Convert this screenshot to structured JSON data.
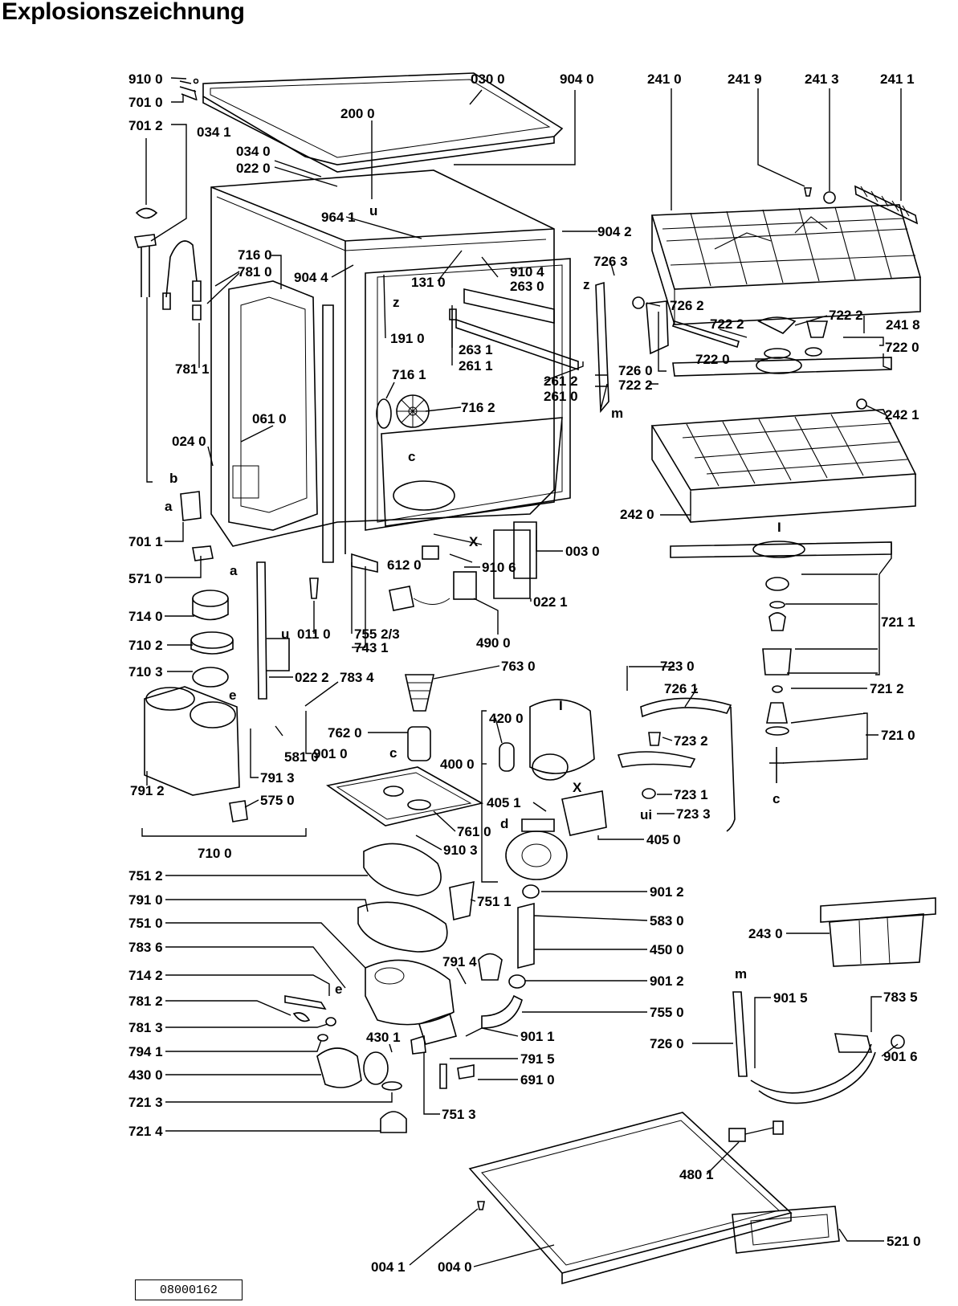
{
  "title": "Explosionszeichnung",
  "document_number": "08000162",
  "letters": [
    "a",
    "b",
    "a",
    "c",
    "c",
    "d",
    "e",
    "e",
    "m",
    "m",
    "u",
    "ui",
    "X",
    "X",
    "z",
    "z",
    "I",
    "I",
    "c",
    "u"
  ],
  "part_labels": [
    "910 0",
    "701 0",
    "701 2",
    "034 1",
    "030 0",
    "904 0",
    "200 0",
    "241 0",
    "241 9",
    "241 3",
    "241 1",
    "034 0",
    "022 0",
    "964 1",
    "904 2",
    "726 3",
    "716 0",
    "781 0",
    "904 4",
    "131 0",
    "910 4",
    "263 0",
    "726 2",
    "722 2",
    "241 8",
    "722 0",
    "191 0",
    "263 1",
    "261 1",
    "261 2",
    "261 0",
    "726 0",
    "781 1",
    "716 1",
    "716 2",
    "242 1",
    "061 0",
    "024 0",
    "242 0",
    "701 1",
    "612 0",
    "910 6",
    "003 0",
    "571 0",
    "022 1",
    "714 0",
    "011 0",
    "755 2/3",
    "743 1",
    "490 0",
    "710 2",
    "710 3",
    "022 2",
    "783 4",
    "763 0",
    "723 0",
    "726 1",
    "420 0",
    "762 0",
    "400 0",
    "723 2",
    "581 0",
    "901 0",
    "791 3",
    "791 2",
    "575 0",
    "405 1",
    "723 1",
    "723 3",
    "761 0",
    "910 3",
    "405 0",
    "710 0",
    "751 2",
    "791 0",
    "751 1",
    "901 2",
    "751 0",
    "583 0",
    "783 6",
    "791 4",
    "450 0",
    "243 0",
    "714 2",
    "901 2",
    "781 2",
    "755 0",
    "901 5",
    "783 5",
    "781 3",
    "430 1",
    "901 1",
    "794 1",
    "791 5",
    "726 0",
    "901 6",
    "430 0",
    "691 0",
    "721 3",
    "751 3",
    "721 4",
    "480 1",
    "004 1",
    "004 0",
    "521 0",
    "721 1",
    "721 2",
    "721 0",
    "722 2",
    "722 0",
    "722 2"
  ]
}
